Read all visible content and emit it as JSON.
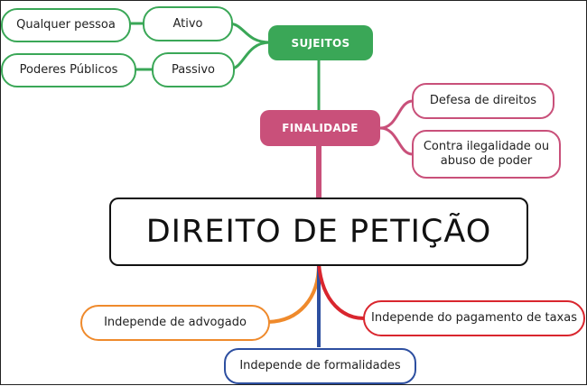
{
  "central": {
    "title": "DIREITO DE PETIÇÃO"
  },
  "sujeitos": {
    "label": "SUJEITOS",
    "ativo": {
      "label": "Ativo",
      "detail": "Qualquer pessoa"
    },
    "passivo": {
      "label": "Passivo",
      "detail": "Poderes Públicos"
    }
  },
  "finalidade": {
    "label": "FINALIDADE",
    "items": [
      "Defesa de direitos",
      "Contra ilegalidade ou",
      "abuso de poder"
    ]
  },
  "independe": {
    "advogado": "Independe de advogado",
    "formalidades": "Independe de formalidades",
    "taxas": "Independe do pagamento de taxas"
  },
  "colors": {
    "green": "#3aa757",
    "pink": "#c9507a",
    "orange": "#ef8a2c",
    "red": "#d9262e",
    "blue": "#2d4fa0",
    "dark": "#111111"
  }
}
